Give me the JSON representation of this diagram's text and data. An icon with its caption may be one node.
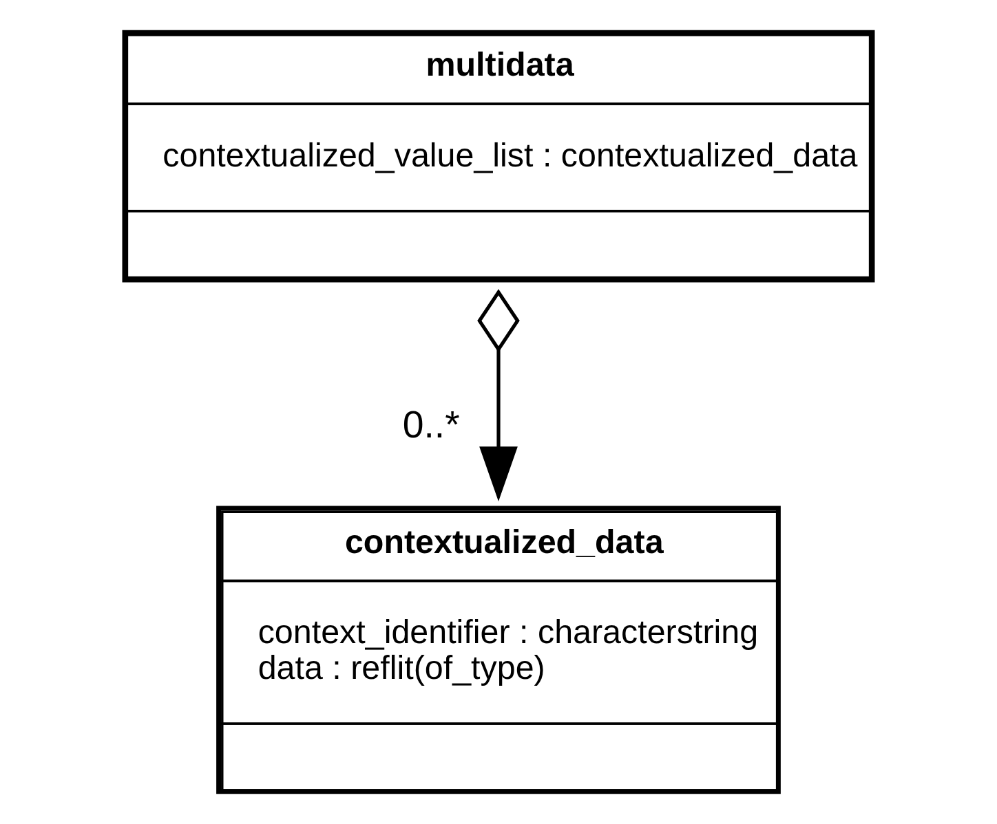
{
  "diagram": {
    "nodes": [
      {
        "text": [
          "multidata",
          "contextualized_value_list : contextualized_data"
        ]
      },
      {
        "text": [
          "contextualized_data",
          "context_identifier : characterstring",
          "data : reflit(of_type)"
        ]
      }
    ],
    "edges": [
      {
        "from": 0,
        "to": 1,
        "arrow": "to",
        "label": "0..*"
      }
    ]
  }
}
